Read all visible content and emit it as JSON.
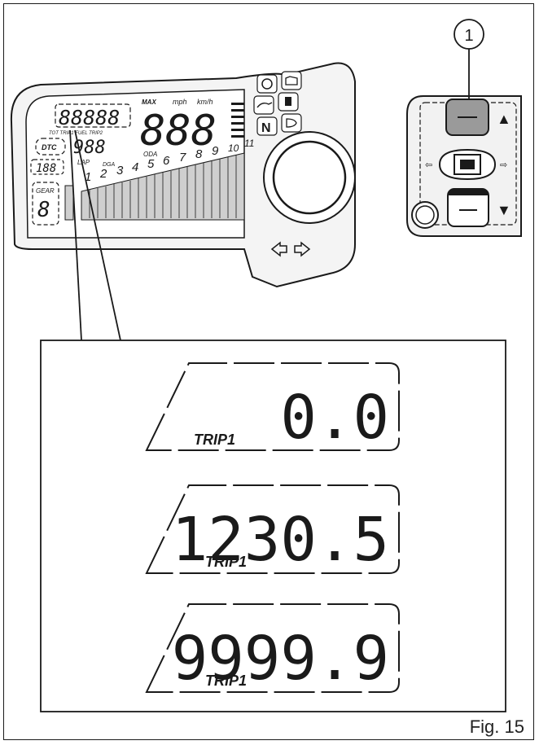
{
  "figure": {
    "label": "Fig. 15",
    "callout": "1"
  },
  "dashboard": {
    "top_digits": "88888",
    "top_sublabel": "TOT TRIP1 FUEL TRIP2",
    "speed_digits": "888",
    "speed_units_mph": "mph",
    "speed_units_kmh": "km/h",
    "max_label": "MAX",
    "oda_label": "ODA",
    "dtc_label": "DTC",
    "small_digits": "988",
    "lap_label": "LAP",
    "dga_label": "DGA",
    "gear_label": "GEAR",
    "gear_digit": "8",
    "neutral_label": "N",
    "mini_digits": "188",
    "rpm_scale": [
      "1",
      "2",
      "3",
      "4",
      "5",
      "6",
      "7",
      "8",
      "9",
      "10",
      "11"
    ]
  },
  "switch": {
    "up_arrow": "▲",
    "down_arrow": "▼"
  },
  "trip_displays": [
    {
      "value": "0.0",
      "label": "TRIP1"
    },
    {
      "value": "1230.5",
      "label": "TRIP1"
    },
    {
      "value": "9999.9",
      "label": "TRIP1"
    }
  ],
  "colors": {
    "line": "#1a1a1a",
    "fill_light": "#eeeeee",
    "fill_mid": "#cfcfcf",
    "button_grey": "#9a9a9a"
  }
}
